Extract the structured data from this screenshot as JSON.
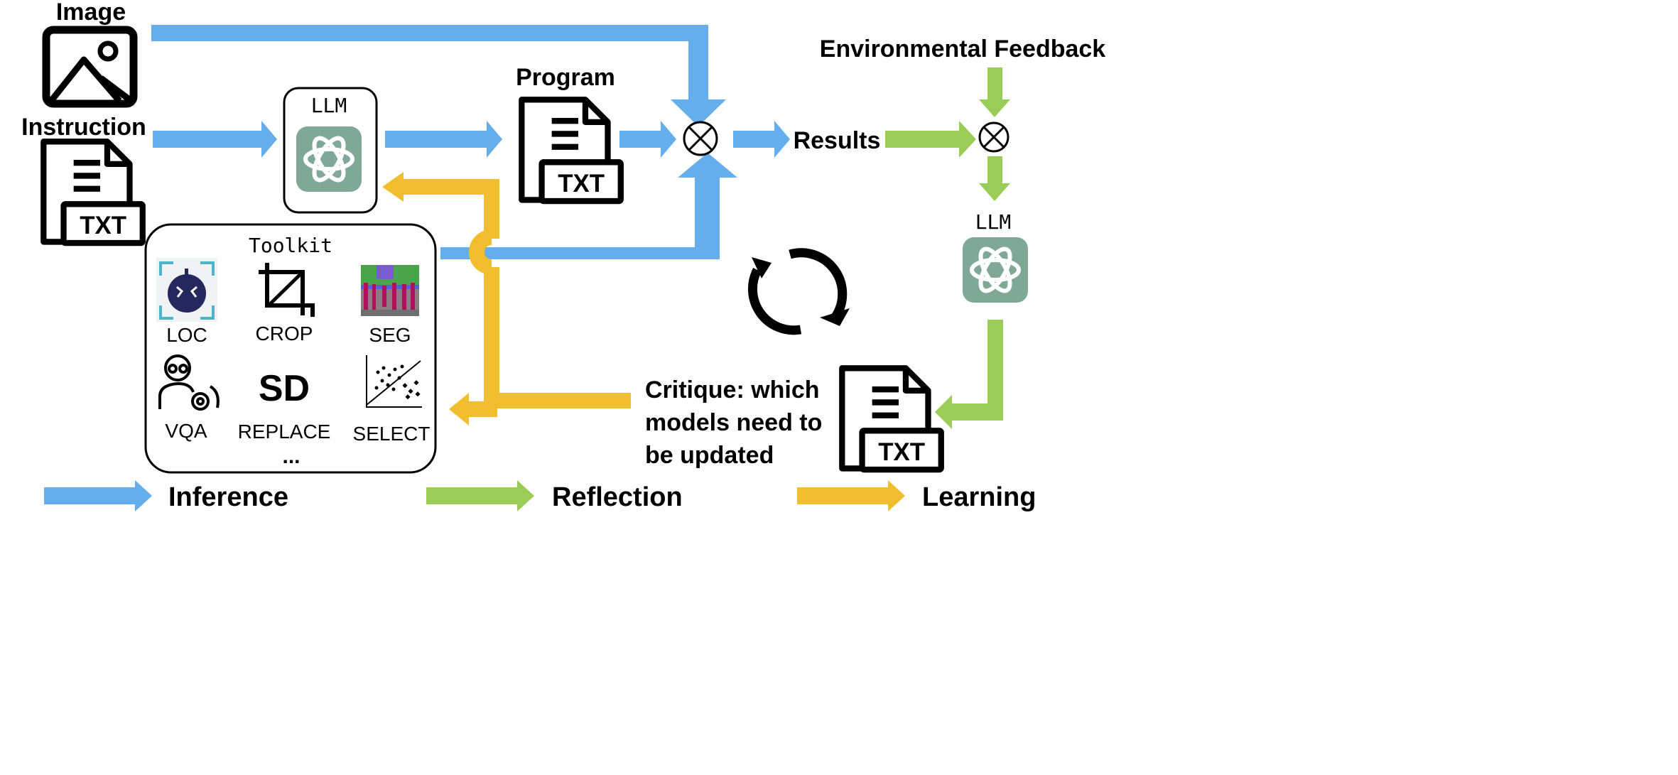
{
  "labels": {
    "image": "Image",
    "instruction": "Instruction",
    "llm_top": "LLM",
    "program": "Program",
    "results": "Results",
    "environmental_feedback": "Environmental Feedback",
    "llm_right": "LLM",
    "toolkit": "Toolkit",
    "critique_line1": "Critique: which",
    "critique_line2": "models need to",
    "critique_line3": "be updated",
    "txt": "TXT"
  },
  "toolkit_items": [
    "LOC",
    "CROP",
    "SEG",
    "VQA",
    "REPLACE",
    "SELECT"
  ],
  "toolkit_ellipsis": "...",
  "sd_logo_text": "SD",
  "legend": [
    {
      "label": "Inference",
      "color": "#63AEEB"
    },
    {
      "label": "Reflection",
      "color": "#9ACD57"
    },
    {
      "label": "Learning",
      "color": "#F0BE2E"
    }
  ],
  "colors": {
    "inference": "#63AEEB",
    "reflection": "#9ACD57",
    "learning": "#F0BE2E",
    "llm_tile": "#7FA897"
  }
}
